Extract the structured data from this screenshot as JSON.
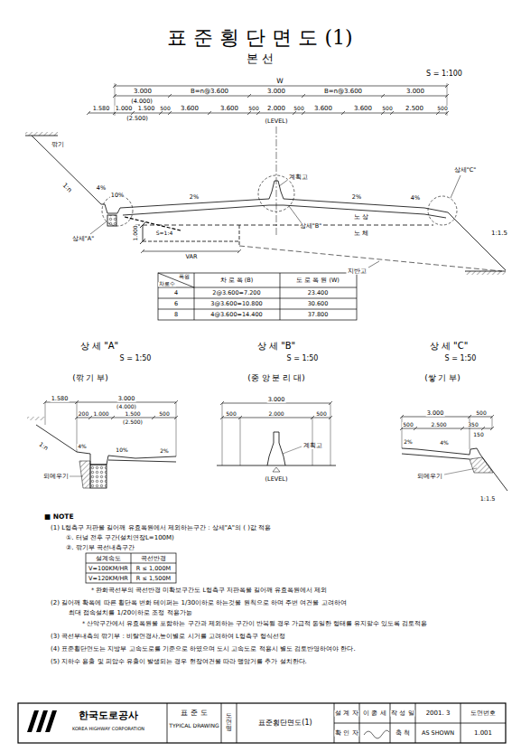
{
  "diagram": {
    "title": "표 준 횡 단 면 도 (1)",
    "labels": [
      "본 선",
      "S = 1:100",
      "W",
      "3.000",
      "B=n@3.600",
      "3.000",
      "B=n@3.600",
      "3.000",
      "1.580",
      "(4.000)",
      "1.000",
      "1.500",
      "500",
      "(2.500)",
      "3.600",
      "3.600",
      "500",
      "2.000",
      "500",
      "3.600",
      "3.600",
      "500",
      "2.500",
      "500",
      "(LEVEL)",
      "깎기",
      "1:n",
      "4%",
      "10%",
      "2%",
      "계획고",
      "2%",
      "4%",
      "상세\"C\"",
      "상세\"A\"",
      "S=1:4",
      "1.000",
      "노 상",
      "노 체",
      "상세\"B\"",
      "1:1.5",
      "VAR",
      "지반고",
      "폭원",
      "차로수",
      "차 로 폭 (B)",
      "도 로 폭 원 (W)",
      "4",
      "2@3.600=7.200",
      "23.400",
      "6",
      "3@3.600=10.800",
      "30.600",
      "8",
      "4@3.600=14.400",
      "37.800",
      "상 세 \"A\"",
      "S = 1:50",
      "(깎 기 부)",
      "상 세 \"B\"",
      "S = 1:50",
      "(중 앙 분 리 대)",
      "상 세 \"C\"",
      "S = 1:50",
      "(쌓 기 부)",
      "1.580",
      "3.000",
      "(4.000)",
      "200",
      "1.000",
      "1.500",
      "500",
      "(2.500)",
      "1:n",
      "4%",
      "10%",
      "2%",
      "되메우기",
      "3.000",
      "500",
      "2.000",
      "500",
      "계획고",
      "(LEVEL)",
      "3.000",
      "500",
      "500",
      "2.500",
      "350",
      "150",
      "2%",
      "4%",
      "1:1.5",
      "되메우기",
      "■ NOTE",
      "(1) L형측구 저판을 길어깨 유효폭원에서 제외하는구간 : 상세\"A\"의 ( )값 적용",
      "①. 터널 전후 구간(설치연장L=100M)",
      "②. 깎기부 곡선내측구간",
      "설계속도",
      "곡선반경",
      "V=100KM/HR",
      "R ≤ 1,000M",
      "V=120KM/HR",
      "R ≤ 1,500M",
      "* 완화곡선부의 곡선반경 미확보구간도 L형측구 저판폭을 길어깨 유효폭원에서 제외",
      "(2) 길어깨 확폭에 따른 횡단폭 변화 테이퍼는 1/30이하로 하는것을 원칙으로 하며 주변 여건을 고려하여",
      "최대 접속설치를 1/20이하로 조정 적용가능",
      "* 산악구간에서 유효폭원을 포함하는 구간과 제외하는 구간이 반복될 경우 가급적 동일한 형태를 유지할수 있도록 검토적용",
      "(3) 곡선부내측의 깎기부 : 비탈면경사,높이별로 시거를 고려하여 L형측구 형식선정",
      "(4) 표준횡단면도는 지방부 고속도로를 기준으로 하였으며 도시 고속도로 적용시 별도 검토반영하여야 한다.",
      "(5) 지하수 용출 및 피압수 유출이 발생되는 경우 현장여건을 따라 맹암거를 추가 설치한다.",
      "한국도로공사",
      "KOREA HIGHWAY CORPORATION",
      "표 준 도",
      "TYPICAL DRAWING",
      "도면명",
      "표준횡단면도(1)",
      "설 계 자",
      "이 종 세",
      "작 성 일",
      "2001. 3",
      "도면번호",
      "확 인 자",
      "축 척",
      "AS SHOWN",
      "1.001"
    ]
  }
}
